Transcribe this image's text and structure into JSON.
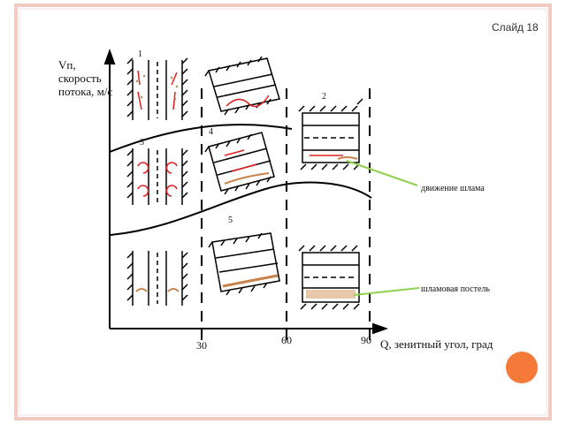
{
  "slide": {
    "number_label": "Слайд 18"
  },
  "axes": {
    "y_label": "Vп, скорость потока, м/с",
    "x_label": "Q, зенитный угол, град",
    "x_ticks": [
      "30",
      "60",
      "90"
    ]
  },
  "regions": [
    "1",
    "2",
    "3",
    "4",
    "5"
  ],
  "annotations": {
    "cuttings_movement": "движение шлама",
    "cuttings_bed": "шламовая постель"
  },
  "colors": {
    "frame_border": "#f2c9c3",
    "arrow": "#e02020",
    "cuttings": "#c8824a",
    "leader_line": "#8fd14f",
    "decoration": "#f57a3a"
  }
}
